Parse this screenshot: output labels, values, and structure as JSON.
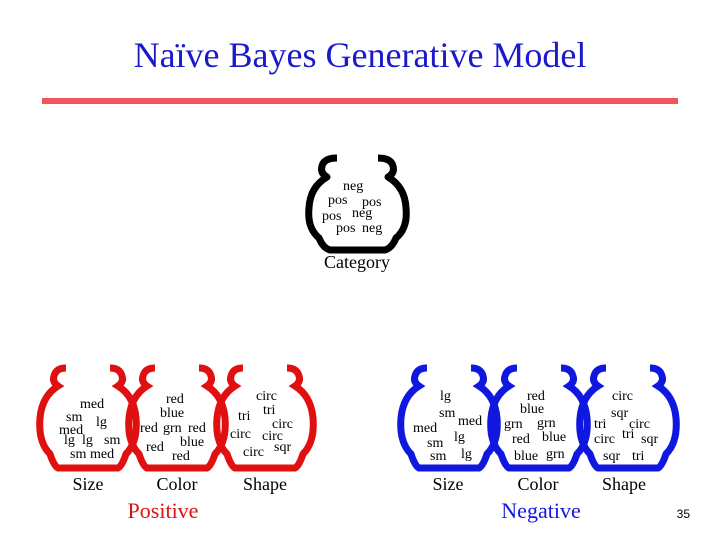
{
  "title": "Naïve Bayes Generative Model",
  "colors": {
    "title": "#1a1acc",
    "rule": "#f2545b",
    "positive": "#e01010",
    "negative": "#1018e0",
    "outline": "#000000"
  },
  "category_urn": {
    "label": "Category",
    "words": [
      "neg",
      "pos",
      "pos",
      "pos",
      "neg",
      "pos",
      "neg"
    ]
  },
  "positive": {
    "label": "Positive",
    "urns": [
      {
        "label": "Size",
        "words": [
          "med",
          "sm",
          "lg",
          "med",
          "lg",
          "lg",
          "sm",
          "sm",
          "med"
        ]
      },
      {
        "label": "Color",
        "words": [
          "red",
          "blue",
          "red",
          "grn",
          "red",
          "red",
          "blue",
          "red"
        ]
      },
      {
        "label": "Shape",
        "words": [
          "circ",
          "tri",
          "tri",
          "circ",
          "circ",
          "circ",
          "circ",
          "sqr"
        ]
      }
    ]
  },
  "negative": {
    "label": "Negative",
    "urns": [
      {
        "label": "Size",
        "words": [
          "lg",
          "sm",
          "med",
          "med",
          "sm",
          "lg",
          "sm",
          "lg"
        ]
      },
      {
        "label": "Color",
        "words": [
          "red",
          "blue",
          "grn",
          "grn",
          "red",
          "blue",
          "blue",
          "grn"
        ]
      },
      {
        "label": "Shape",
        "words": [
          "circ",
          "sqr",
          "tri",
          "circ",
          "circ",
          "tri",
          "sqr",
          "sqr",
          "tri"
        ]
      }
    ]
  },
  "page_number": "35"
}
